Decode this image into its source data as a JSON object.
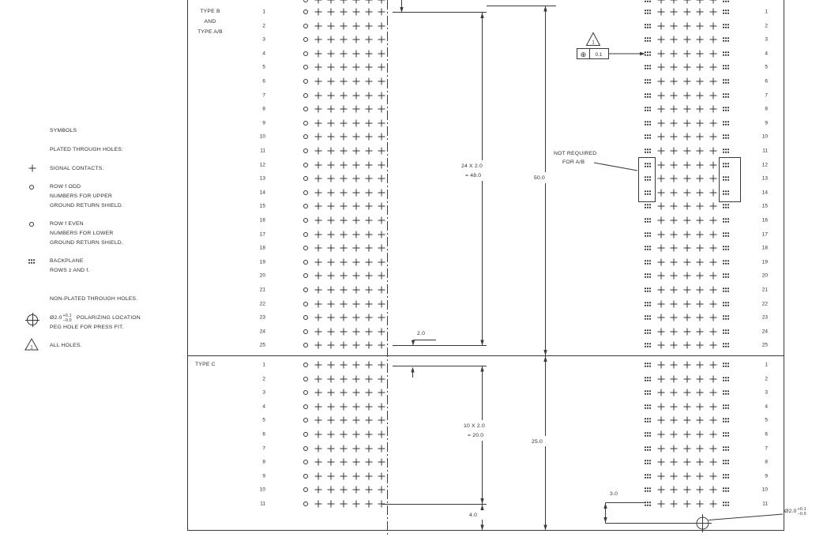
{
  "legend": {
    "title": "SYMBOLS",
    "items": [
      {
        "symbol": "none",
        "lines": [
          "PLATED THROUGH HOLES:"
        ]
      },
      {
        "symbol": "plus",
        "lines": [
          "SIGNAL CONTACTS."
        ]
      },
      {
        "symbol": "circle",
        "lines": [
          "ROW f ODD",
          "NUMBERS FOR UPPER",
          "GROUND RETURN SHIELD."
        ]
      },
      {
        "symbol": "circle",
        "lines": [
          "ROW f EVEN",
          "NUMBERS FOR LOWER",
          "GROUND RETURN SHIELD."
        ]
      },
      {
        "symbol": "backplane",
        "lines": [
          "BACKPLANE",
          "ROWS z AND f."
        ]
      },
      {
        "symbol": "none",
        "lines": [
          "NON-PLATED THROUGH HOLES."
        ]
      },
      {
        "symbol": "peg",
        "dia": "Ø2.0",
        "tol_plus": "+0.1",
        "tol_minus": "−0.0",
        "lines": [
          "POLARIZING LOCATION",
          "PEG HOLE FOR PRESS FIT."
        ]
      },
      {
        "symbol": "triangle",
        "flag": "1",
        "lines": [
          "ALL HOLES."
        ]
      }
    ]
  },
  "sections": [
    {
      "label_lines": [
        "TYPE B",
        "AND",
        "TYPE A/B"
      ],
      "rows": [
        "1",
        "2",
        "3",
        "4",
        "5",
        "6",
        "7",
        "8",
        "9",
        "10",
        "11",
        "12",
        "13",
        "14",
        "15",
        "16",
        "17",
        "18",
        "19",
        "20",
        "21",
        "22",
        "23",
        "24",
        "25"
      ]
    },
    {
      "label_lines": [
        "TYPE C"
      ],
      "rows": [
        "1",
        "2",
        "3",
        "4",
        "5",
        "6",
        "7",
        "8",
        "9",
        "10",
        "11"
      ]
    }
  ],
  "patterns": {
    "daughter": [
      "circle",
      "plus",
      "plus",
      "plus",
      "plus",
      "plus",
      "plus"
    ],
    "backplane": [
      "bp",
      "plus",
      "plus",
      "plus",
      "plus",
      "plus",
      "bp"
    ]
  },
  "dimensions": {
    "pitch_count_b": "24 X 2.0",
    "pitch_total_b": "= 48.0",
    "overall_b": "50.0",
    "pitch": "2.0",
    "pitch_count_c": "10 X 2.0",
    "pitch_total_c": "= 20.0",
    "overall_c": "25.0",
    "edge_c": "4.0",
    "peg_offset": "3.0"
  },
  "annotations": {
    "not_required_1": "NOT REQUIRED",
    "not_required_2": "FOR A/B",
    "fcf_symbol": "⊕",
    "fcf_value": "0.1",
    "flag": "1",
    "peg_dia": "Ø2.0",
    "peg_tol_plus": "+0.1",
    "peg_tol_minus": "−0.0"
  },
  "colors": {
    "line": "#3a3a3a",
    "text": "#2d2d2d",
    "background": "#ffffff"
  }
}
